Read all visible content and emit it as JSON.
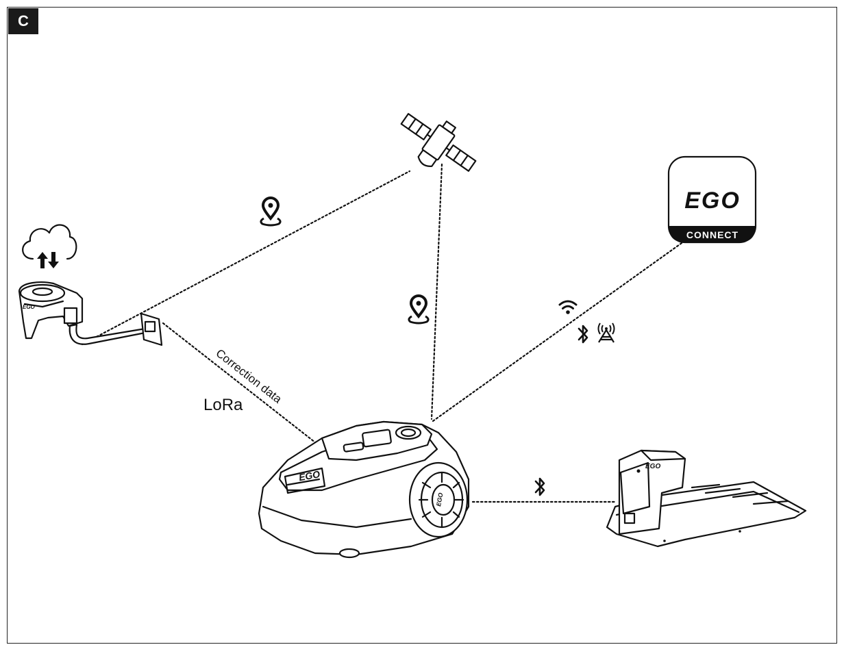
{
  "figure": {
    "badge_letter": "C"
  },
  "labels": {
    "correction_data": "Correction data",
    "lora": "LoRa"
  },
  "app_icon": {
    "logo_text": "EGO",
    "bar_text": "CONNECT"
  },
  "devices": {
    "mower_logo": "EGO",
    "wheel_logo": "EGO",
    "dock_logo": "EGO",
    "base_logo": "EGO"
  },
  "icons": [
    "cloud-upload-download-icon",
    "satellite-icon",
    "location-pin-icon",
    "wifi-icon",
    "bluetooth-icon",
    "cell-tower-icon"
  ]
}
